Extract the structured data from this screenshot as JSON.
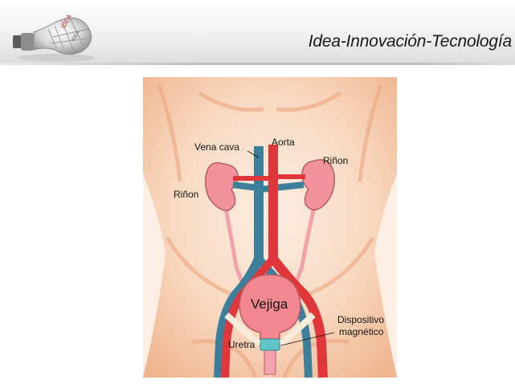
{
  "header": {
    "title": "Idea-Innovación-Tecnología",
    "logo_icon": "lightbulb-icon"
  },
  "diagram": {
    "labels": {
      "vena_cava": "Vena cava",
      "aorta": "Aorta",
      "kidney_right": "Riñon",
      "kidney_left": "Riñon",
      "bladder": "Vejiga",
      "device_line1": "Dispositivo",
      "device_line2": "magnético",
      "urethra": "Uretra"
    },
    "colors": {
      "artery": "#e2373a",
      "vein": "#3d7f9a",
      "kidney": "#f2929a",
      "bladder": "#f2878f",
      "device": "#5fc4c4",
      "skin": "#f6c9a8"
    }
  }
}
